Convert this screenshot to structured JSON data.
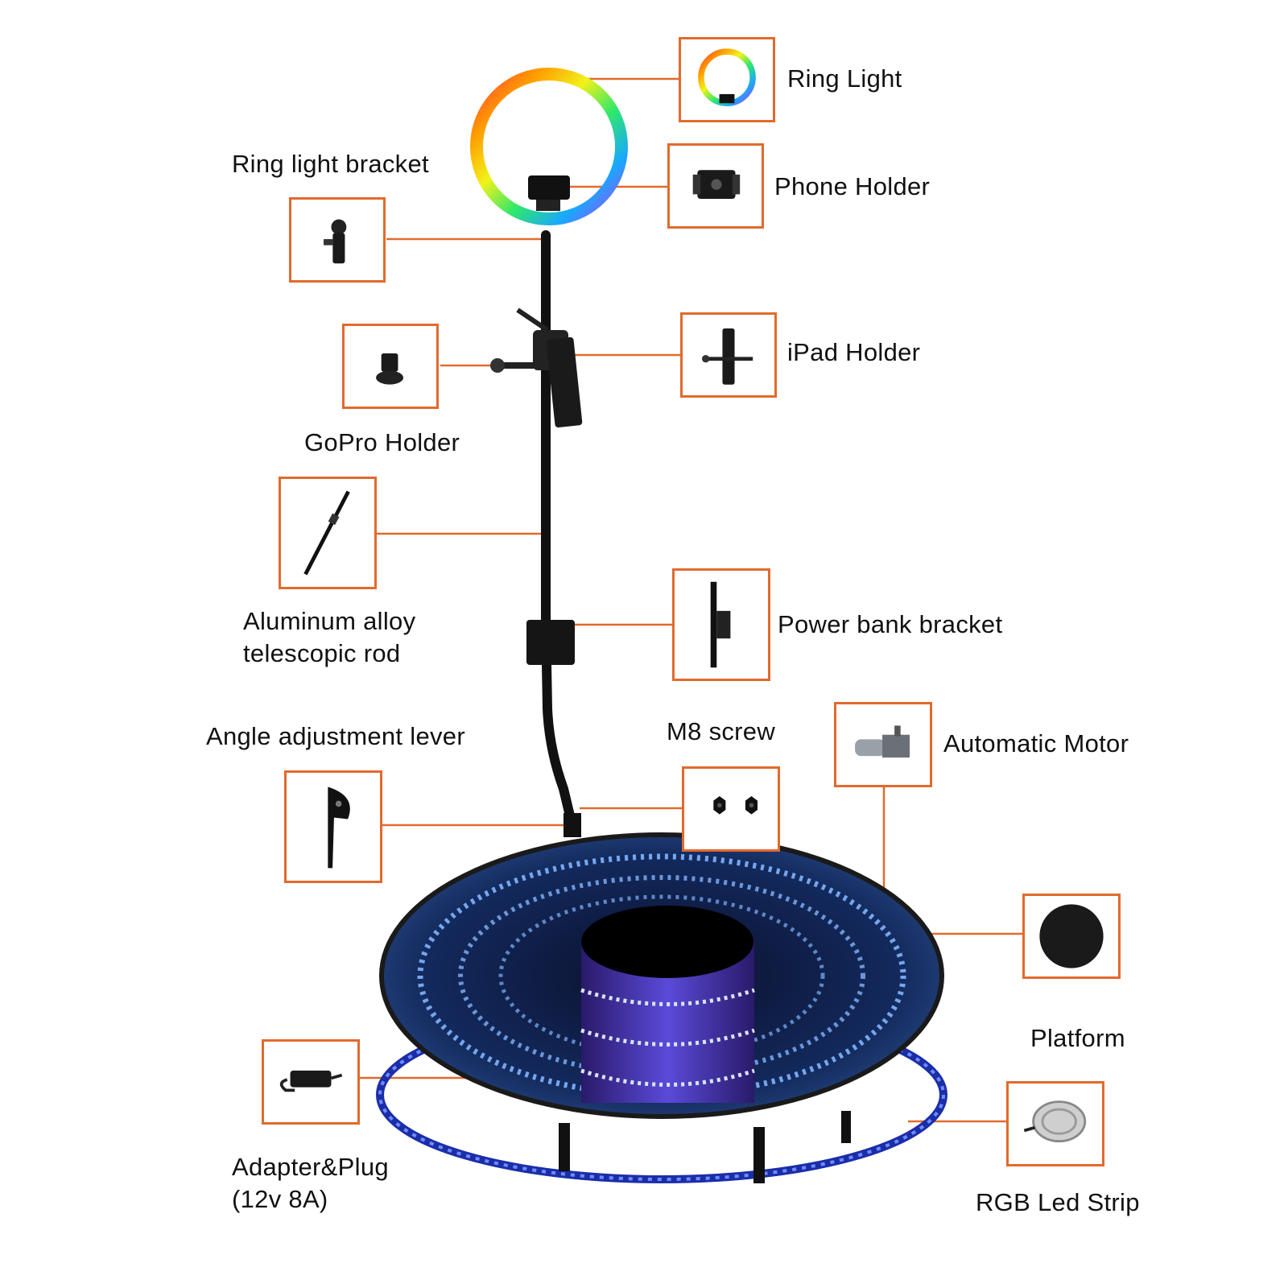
{
  "labels": {
    "ring_light": "Ring Light",
    "ring_light_bracket": "Ring light bracket",
    "phone_holder": "Phone Holder",
    "ipad_holder": "iPad Holder",
    "gopro_holder": "GoPro Holder",
    "telescopic_rod_line1": "Aluminum alloy",
    "telescopic_rod_line2": "telescopic rod",
    "power_bank_bracket": "Power bank bracket",
    "angle_lever": "Angle adjustment lever",
    "m8_screw": "M8 screw",
    "automatic_motor": "Automatic Motor",
    "platform": "Platform",
    "adapter_line1": "Adapter&Plug",
    "adapter_line2": "(12v 8A)",
    "rgb_strip": "RGB Led Strip"
  },
  "colors": {
    "callout": "#e26a2c",
    "led_blue": "#7fb4ff",
    "glass": "#0d1a3a"
  },
  "icons": [
    "ring-light-icon",
    "phone-holder-icon",
    "ball-head-icon",
    "ipad-holder-icon",
    "gopro-mount-icon",
    "telescopic-rod-icon",
    "power-bank-bracket-icon",
    "lever-icon",
    "screw-knob-icon",
    "motor-icon",
    "platform-disc-icon",
    "adapter-icon",
    "led-strip-icon"
  ]
}
